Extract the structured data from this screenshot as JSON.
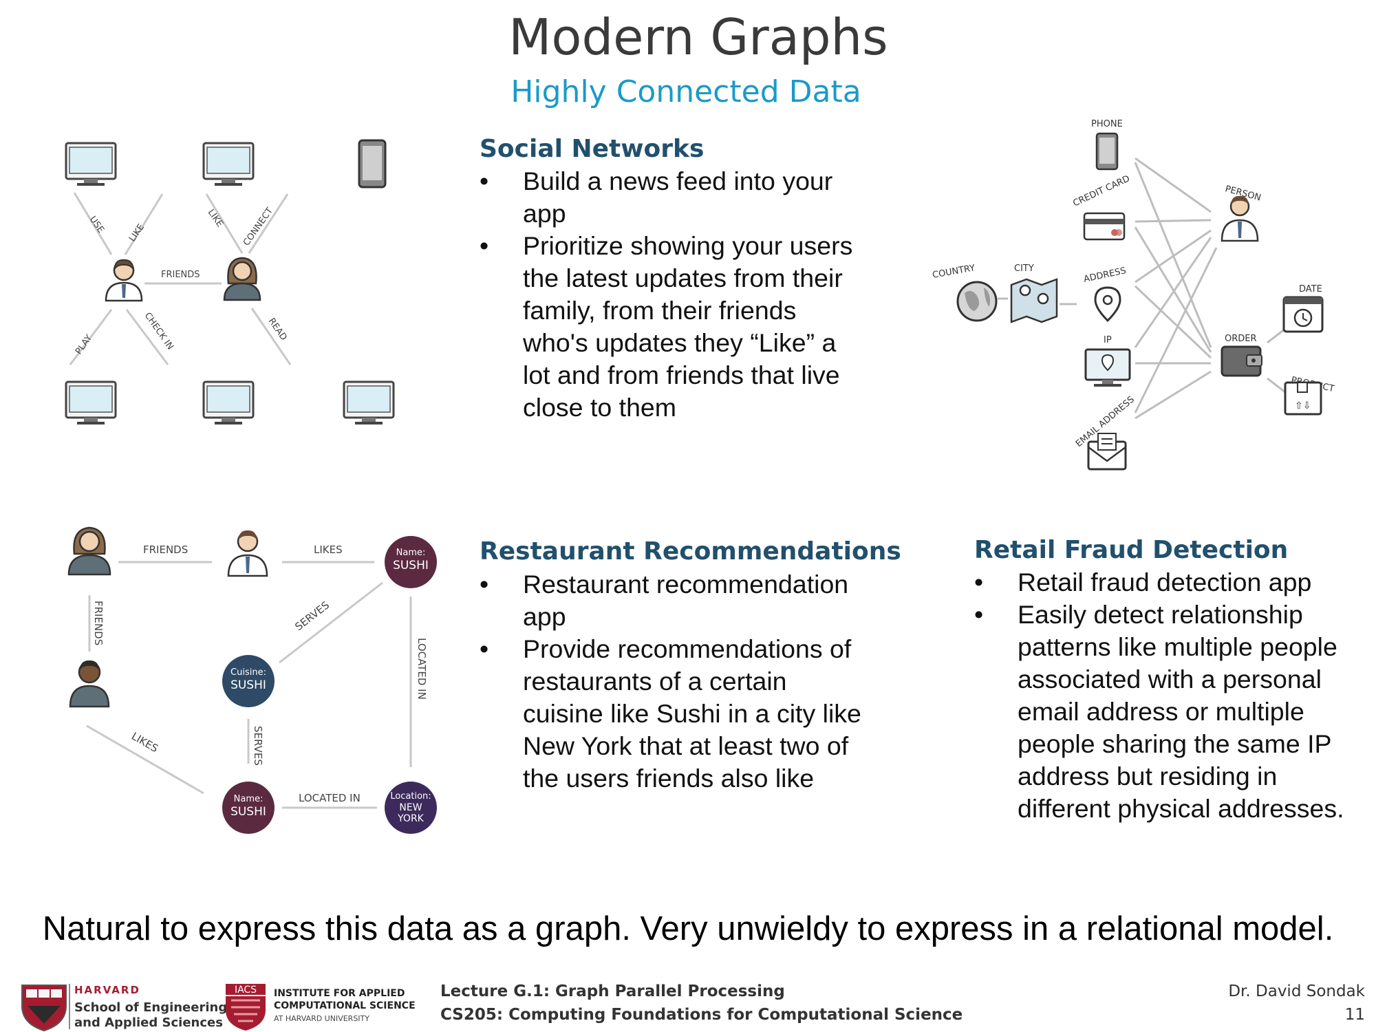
{
  "slide": {
    "title": "Modern Graphs",
    "subtitle": "Highly Connected Data",
    "conclusion": "Natural to express this data as a graph. Very unwieldy to express in a relational model."
  },
  "social": {
    "heading": "Social Networks",
    "bullets": [
      "Build a news feed into your app",
      "Prioritize showing your users the latest updates from their family, from their friends who's updates they “Like” a lot and from friends that live close to them"
    ],
    "edges": [
      "USE",
      "LIKE",
      "LIKE",
      "CONNECT",
      "FRIENDS",
      "PLAY",
      "CHECK IN",
      "READ"
    ]
  },
  "restaurant": {
    "heading": "Restaurant Recommendations",
    "bullets": [
      "Restaurant recommendation app",
      "Provide recommendations of restaurants of a certain cuisine like Sushi in a city like New York that at least two of the users friends also like"
    ],
    "edges": [
      "FRIENDS",
      "LIKES",
      "FRIENDS",
      "SERVES",
      "LOCATED IN",
      "SERVES",
      "LIKES",
      "LOCATED IN"
    ],
    "nodes": {
      "name_label": "Name:",
      "sushi": "SUSHI",
      "cuisine_label": "Cuisine:",
      "location_label": "Location:",
      "new": "NEW",
      "york": "YORK"
    }
  },
  "fraud": {
    "heading": "Retail Fraud Detection",
    "bullets": [
      "Retail fraud detection app",
      "Easily detect relationship patterns like multiple people associated with a personal email address or multiple people sharing the same IP address but residing in different physical addresses."
    ],
    "nodes": [
      "PHONE",
      "CREDIT CARD",
      "PERSON",
      "COUNTRY",
      "CITY",
      "ADDRESS",
      "DATE",
      "IP",
      "ORDER",
      "PRODUCT",
      "EMAIL ADDRESS"
    ]
  },
  "footer": {
    "harvard": "HARVARD",
    "seas_line1": "School of Engineering",
    "seas_line2": "and Applied Sciences",
    "iacs_badge": "IACS",
    "iacs_line1": "INSTITUTE FOR APPLIED",
    "iacs_line2": "COMPUTATIONAL SCIENCE",
    "iacs_line3": "AT HARVARD UNIVERSITY",
    "lecture": "Lecture G.1: Graph Parallel Processing",
    "course": "CS205: Computing Foundations for Computational Science",
    "author": "Dr. David Sondak",
    "page": "11"
  },
  "colors": {
    "title": "#3a3a3a",
    "subtitle": "#1a9ac9",
    "heading": "#21506d",
    "sushi_node": "#5b2a40",
    "cuisine_node": "#2e4a66",
    "location_node": "#3d2a5c",
    "edge": "#c8c8c8"
  }
}
